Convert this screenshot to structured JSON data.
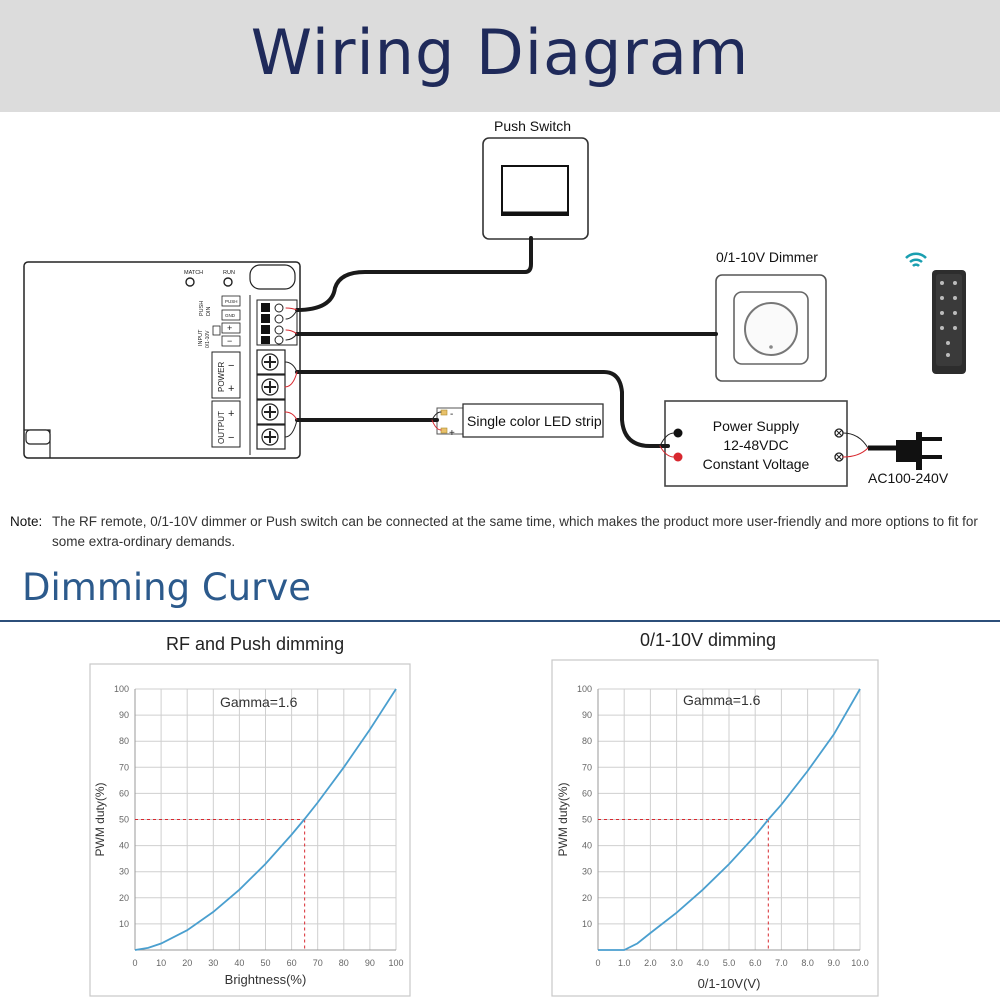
{
  "header": {
    "title": "Wiring Diagram",
    "bg_color": "#dcdcdc",
    "title_color": "#1f2a5a"
  },
  "controller": {
    "match_label": "MATCH",
    "run_label": "RUN",
    "push_label": "PUSH",
    "din_label": "DIN",
    "push_terminal": "PUSH",
    "gnd_terminal": "GND",
    "input_label": "INPUT",
    "input_range": "0/1-10V",
    "plus": "+",
    "minus": "−",
    "power_label": "POWER",
    "output_label": "OUTPUT"
  },
  "devices": {
    "push_switch_label": "Push Switch",
    "dimmer_label": "0/1-10V Dimmer",
    "led_strip_label": "Single color LED strip",
    "led_minus": "-",
    "led_plus": "+",
    "power_supply": [
      "Power Supply",
      "12-48VDC",
      "Constant Voltage"
    ],
    "ac_label": "AC100-240V"
  },
  "note": {
    "label": "Note:",
    "text": "The RF remote, 0/1-10V dimmer or Push switch can be connected at the same time, which makes the product more user-friendly and more options to fit for some extra-ordinary demands."
  },
  "dimming": {
    "title": "Dimming Curve",
    "title_color": "#2c5a8c"
  },
  "chart_data": [
    {
      "type": "line",
      "title": "RF and Push dimming",
      "annotation": "Gamma=1.6",
      "xlabel": "Brightness(%)",
      "ylabel": "PWM duty(%)",
      "xlim": [
        0,
        100
      ],
      "ylim": [
        0,
        100
      ],
      "x_ticks": [
        "0",
        "10",
        "20",
        "30",
        "40",
        "50",
        "60",
        "70",
        "80",
        "90",
        "100"
      ],
      "y_ticks": [
        "10",
        "20",
        "30",
        "40",
        "50",
        "60",
        "70",
        "80",
        "90",
        "100"
      ],
      "grid": true,
      "gamma": 1.6,
      "reference_point": [
        65,
        50
      ],
      "x": [
        0,
        5,
        10,
        20,
        30,
        40,
        50,
        60,
        65,
        70,
        80,
        90,
        100
      ],
      "y": [
        0,
        0.8,
        2.5,
        7.6,
        14.6,
        23.1,
        33.0,
        44.2,
        50.2,
        56.5,
        70.0,
        84.5,
        100
      ],
      "line_color": "#4a9fcf"
    },
    {
      "type": "line",
      "title": "0/1-10V dimming",
      "annotation": "Gamma=1.6",
      "xlabel": "0/1-10V(V)",
      "ylabel": "PWM duty(%)",
      "xlim": [
        0,
        10
      ],
      "ylim": [
        0,
        100
      ],
      "x_ticks": [
        "0",
        "1.0",
        "2.0",
        "3.0",
        "4.0",
        "5.0",
        "6.0",
        "7.0",
        "8.0",
        "9.0",
        "10.0"
      ],
      "y_ticks": [
        "10",
        "20",
        "30",
        "40",
        "50",
        "60",
        "70",
        "80",
        "90",
        "100"
      ],
      "grid": true,
      "gamma": 1.6,
      "reference_point": [
        6.5,
        50
      ],
      "x": [
        0,
        1.0,
        1.5,
        2.0,
        3.0,
        4.0,
        5.0,
        6.0,
        6.5,
        7.0,
        8.0,
        9.0,
        10.0
      ],
      "y": [
        0,
        0,
        2.5,
        6.5,
        14.3,
        23.1,
        32.9,
        43.8,
        50.0,
        55.7,
        68.6,
        82.6,
        100
      ],
      "line_color": "#4a9fcf"
    }
  ]
}
